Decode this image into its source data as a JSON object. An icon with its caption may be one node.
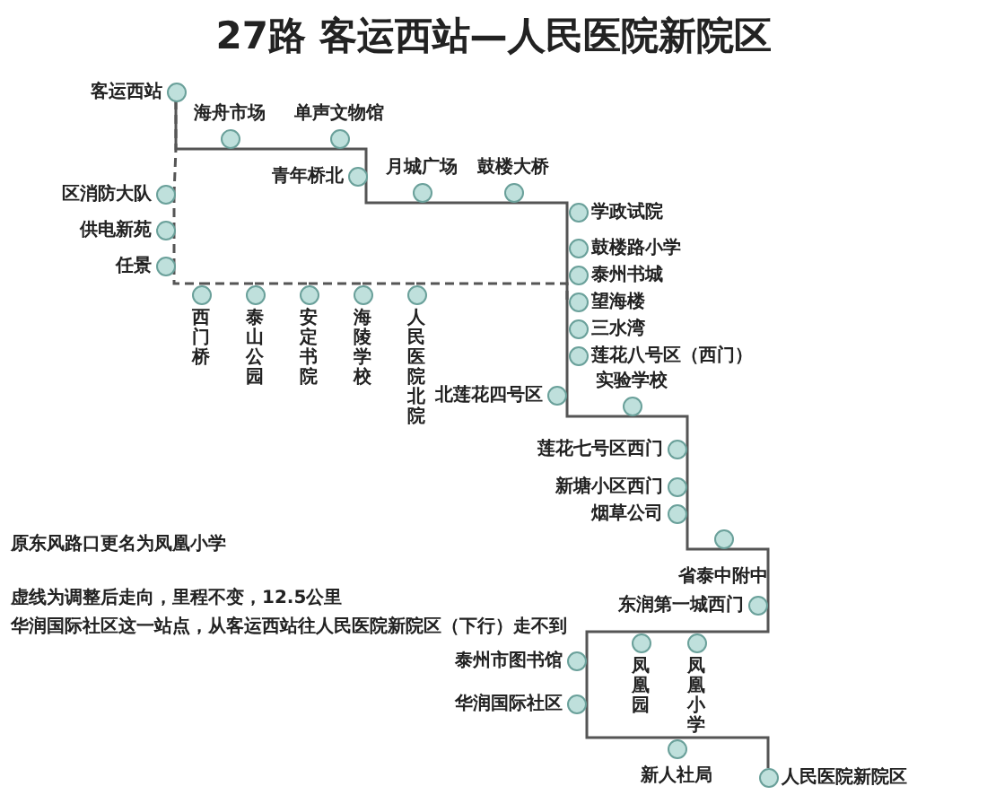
{
  "diagram": {
    "title": "27路 客运西站—人民医院新院区",
    "nodes": [
      {
        "text": [
          "客运西站"
        ]
      },
      {
        "text": [
          "海舟市场"
        ]
      },
      {
        "text": [
          "单声文物馆"
        ]
      },
      {
        "text": [
          "青年桥北"
        ]
      },
      {
        "text": [
          "月城广场"
        ]
      },
      {
        "text": [
          "鼓楼大桥"
        ]
      },
      {
        "text": [
          "学政试院"
        ]
      },
      {
        "text": [
          "鼓楼路小学"
        ]
      },
      {
        "text": [
          "泰州书城"
        ]
      },
      {
        "text": [
          "望海楼"
        ]
      },
      {
        "text": [
          "三水湾"
        ]
      },
      {
        "text": [
          "莲花八号区（西门）"
        ]
      },
      {
        "text": [
          "北莲花四号区"
        ]
      },
      {
        "text": [
          "实验学校"
        ]
      },
      {
        "text": [
          "莲花七号区西门"
        ]
      },
      {
        "text": [
          "新塘小区西门"
        ]
      },
      {
        "text": [
          "烟草公司"
        ]
      },
      {
        "text": [
          "省泰中附中"
        ]
      },
      {
        "text": [
          "东润第一城西门"
        ]
      },
      {
        "text": [
          "凤凰小学"
        ]
      },
      {
        "text": [
          "凤凰园"
        ]
      },
      {
        "text": [
          "泰州市图书馆"
        ]
      },
      {
        "text": [
          "华润国际社区"
        ]
      },
      {
        "text": [
          "新人社局"
        ]
      },
      {
        "text": [
          "人民医院新院区"
        ]
      },
      {
        "text": [
          "区消防大队"
        ]
      },
      {
        "text": [
          "供电新苑"
        ]
      },
      {
        "text": [
          "任景"
        ]
      },
      {
        "text": [
          "西门桥"
        ]
      },
      {
        "text": [
          "泰山公园"
        ]
      },
      {
        "text": [
          "安定书院"
        ]
      },
      {
        "text": [
          "海陵学校"
        ]
      },
      {
        "text": [
          "人民医院北院"
        ]
      }
    ],
    "edges": [
      {
        "from": 0,
        "to": 1,
        "arrow": "none"
      },
      {
        "from": 1,
        "to": 2,
        "arrow": "none"
      },
      {
        "from": 2,
        "to": 3,
        "arrow": "none"
      },
      {
        "from": 3,
        "to": 4,
        "arrow": "none"
      },
      {
        "from": 4,
        "to": 5,
        "arrow": "none"
      },
      {
        "from": 5,
        "to": 6,
        "arrow": "none"
      },
      {
        "from": 6,
        "to": 7,
        "arrow": "none"
      },
      {
        "from": 7,
        "to": 8,
        "arrow": "none"
      },
      {
        "from": 8,
        "to": 9,
        "arrow": "none"
      },
      {
        "from": 9,
        "to": 10,
        "arrow": "none"
      },
      {
        "from": 10,
        "to": 11,
        "arrow": "none"
      },
      {
        "from": 11,
        "to": 12,
        "arrow": "none"
      },
      {
        "from": 12,
        "to": 13,
        "arrow": "none"
      },
      {
        "from": 13,
        "to": 14,
        "arrow": "none"
      },
      {
        "from": 14,
        "to": 15,
        "arrow": "none"
      },
      {
        "from": 15,
        "to": 16,
        "arrow": "none"
      },
      {
        "from": 16,
        "to": 17,
        "arrow": "none"
      },
      {
        "from": 17,
        "to": 18,
        "arrow": "none"
      },
      {
        "from": 18,
        "to": 19,
        "arrow": "none"
      },
      {
        "from": 19,
        "to": 20,
        "arrow": "none"
      },
      {
        "from": 20,
        "to": 21,
        "arrow": "none"
      },
      {
        "from": 21,
        "to": 22,
        "arrow": "none"
      },
      {
        "from": 22,
        "to": 23,
        "arrow": "none"
      },
      {
        "from": 23,
        "to": 24,
        "arrow": "none"
      },
      {
        "from": 0,
        "to": 25,
        "arrow": "none",
        "style": "dashed"
      },
      {
        "from": 25,
        "to": 26,
        "arrow": "none",
        "style": "dashed"
      },
      {
        "from": 26,
        "to": 27,
        "arrow": "none",
        "style": "dashed"
      },
      {
        "from": 27,
        "to": 28,
        "arrow": "none",
        "style": "dashed"
      },
      {
        "from": 28,
        "to": 29,
        "arrow": "none",
        "style": "dashed"
      },
      {
        "from": 29,
        "to": 30,
        "arrow": "none",
        "style": "dashed"
      },
      {
        "from": 30,
        "to": 31,
        "arrow": "none",
        "style": "dashed"
      },
      {
        "from": 31,
        "to": 32,
        "arrow": "none",
        "style": "dashed"
      },
      {
        "from": 32,
        "to": 9,
        "arrow": "none",
        "style": "dashed"
      }
    ],
    "labels": [
      "原东风路口更名为凤凰小学",
      "虚线为调整后走向，里程不变，12.5公里",
      "华润国际社区这一站点，从客运西站往人民医院新院区（下行）走不到"
    ]
  }
}
